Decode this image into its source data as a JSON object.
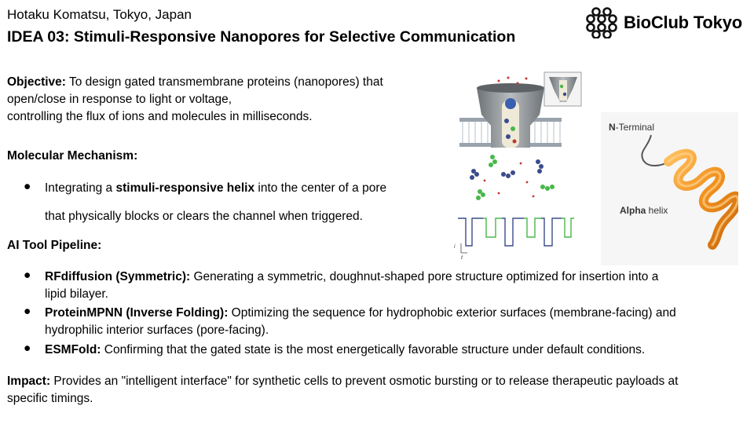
{
  "author": "Hotaku Komatsu, Tokyo, Japan",
  "title": "IDEA 03: Stimuli-Responsive Nanopores for Selective Communication",
  "logo": {
    "text": "BioClub Tokyo"
  },
  "objective": {
    "label": "Objective:",
    "line1": " To design gated transmembrane proteins (nanopores) that",
    "line2": "open/close in response to light or voltage,",
    "line3": "controlling the flux of ions and molecules in milliseconds."
  },
  "mechanism": {
    "heading": "Molecular Mechanism:",
    "bullet": "●",
    "item_pre": "Integrating a ",
    "item_bold": "stimuli-responsive helix",
    "item_post": " into the center of a pore",
    "item_line2": "that physically blocks or clears the channel when triggered."
  },
  "pipeline": {
    "heading": "AI Tool Pipeline:",
    "items": [
      {
        "bullet": "●",
        "bold": "RFdiffusion (Symmetric):",
        "text": " Generating a symmetric, doughnut-shaped pore structure optimized for insertion into a",
        "line2": "lipid bilayer."
      },
      {
        "bullet": "●",
        "bold": "ProteinMPNN (Inverse Folding):",
        "text": " Optimizing the sequence for hydrophobic exterior surfaces (membrane-facing) and",
        "line2": "hydrophilic interior surfaces (pore-facing)."
      },
      {
        "bullet": "●",
        "bold": "ESMFold:",
        "text": " Confirming that the gated state is the most energetically favorable structure under default conditions.",
        "line2": ""
      }
    ]
  },
  "impact": {
    "label": "Impact:",
    "line1": " Provides an \"intelligent interface\" for synthetic cells to prevent osmotic bursting or to release therapeutic payloads at",
    "line2": "specific timings."
  },
  "figure": {
    "n_terminal_bold": "N",
    "n_terminal_rest": "-Terminal",
    "alpha_bold": "Alpha",
    "alpha_rest": " helix",
    "trace_label_i": "i",
    "trace_label_t": "t"
  },
  "colors": {
    "helix": "#f0901e",
    "helix_dark": "#c8650a",
    "pore_gray": "#8a8f94",
    "trace_blue": "#3a4c8c",
    "trace_green": "#49b84a",
    "molecule_red": "#c0392b"
  }
}
